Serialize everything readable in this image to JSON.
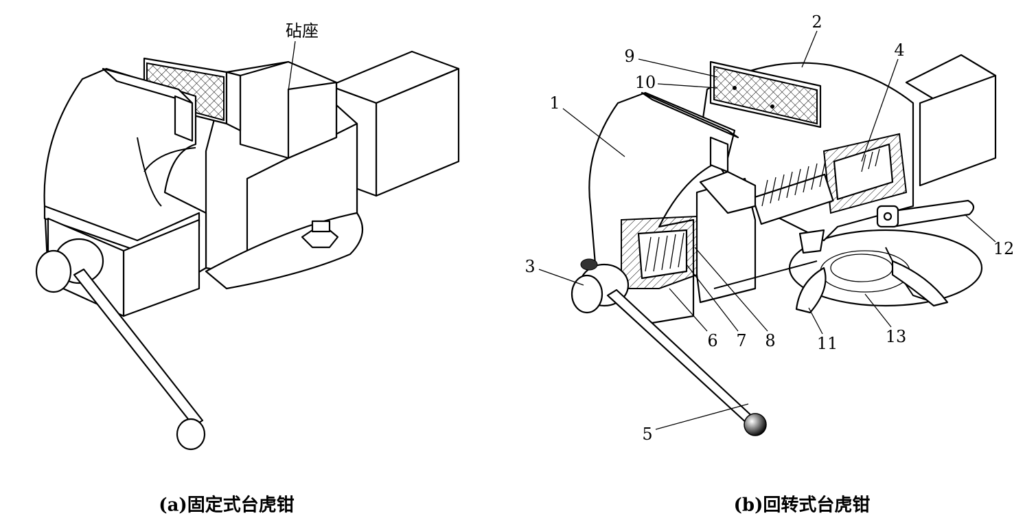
{
  "figure_a": {
    "caption": "(a)固定式台虎钳",
    "labels": {
      "anvil": "砧座"
    }
  },
  "figure_b": {
    "caption": "(b)回转式台虎钳",
    "labels": [
      "1",
      "2",
      "3",
      "4",
      "5",
      "6",
      "7",
      "8",
      "9",
      "10",
      "11",
      "12",
      "13"
    ]
  }
}
